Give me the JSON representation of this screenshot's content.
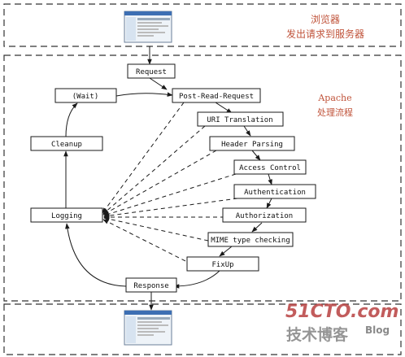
{
  "colors": {
    "line": "#1a1a1a",
    "accent_text": "#c0533a",
    "frame": "#333333",
    "watermark_gray": "#9a9a9a",
    "watermark_red": "#b84040"
  },
  "browser": {
    "title": "浏览器",
    "subtitle": "发出请求到服务器"
  },
  "apache": {
    "title": "Apache",
    "subtitle": "处理流程"
  },
  "stages": {
    "request": "Request",
    "wait": "(Wait)",
    "post_read_request": "Post-Read-Request",
    "uri_translation": "URI Translation",
    "header_parsing": "Header Parsing",
    "access_control": "Access Control",
    "authentication": "Authentication",
    "authorization": "Authorization",
    "mime_type_checking": "MIME type checking",
    "fixup": "FixUp",
    "response": "Response",
    "logging": "Logging",
    "cleanup": "Cleanup"
  },
  "watermark": {
    "site": "51CTO.com",
    "tagline": "技术博客",
    "blog": "Blog"
  },
  "icons": {
    "top_browser": "browser-window-thumbnail",
    "bottom_browser": "browser-window-thumbnail"
  }
}
